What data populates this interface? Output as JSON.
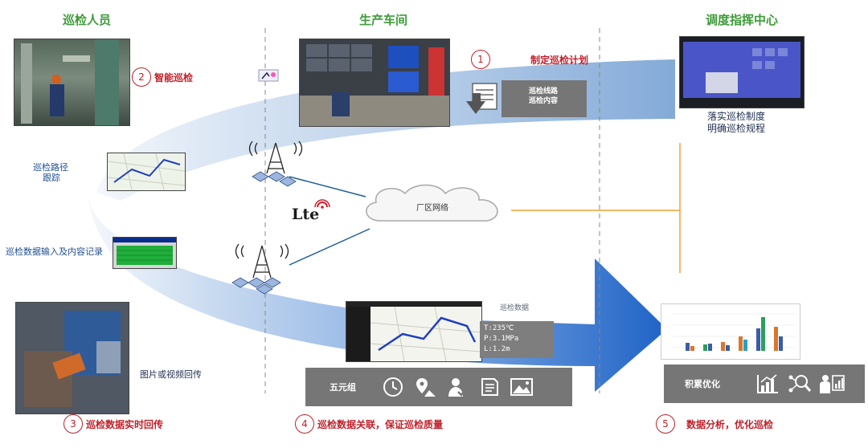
{
  "columns": {
    "left": "巡检人员",
    "center": "生产车间",
    "right": "调度指挥中心"
  },
  "steps": [
    {
      "num": "1",
      "label": "制定巡检计划"
    },
    {
      "num": "2",
      "label": "智能巡检"
    },
    {
      "num": "3",
      "label": "巡检数据实时回传"
    },
    {
      "num": "4",
      "label": "巡检数据关联，保证巡检质量"
    },
    {
      "num": "5",
      "label": "数据分析，优化巡检"
    }
  ],
  "plan_box": {
    "line1": "巡检线路",
    "line2": "巡检内容"
  },
  "center_label": {
    "line1": "落实巡检制度",
    "line2": "明确巡检规程"
  },
  "route_label": {
    "line1": "巡检路径",
    "line2": "跟踪"
  },
  "data_entry_label": "巡检数据输入及内容记录",
  "media_label": "图片或视频回传",
  "cloud_label": "厂区网络",
  "lte_label": "Lte",
  "map_caption": "巡检数据",
  "readout": [
    "T:235℃",
    "P:3.1MPa",
    "L:1.2m"
  ],
  "five_tuple": {
    "label": "五元组",
    "icons": [
      "clock-icon",
      "location-icon",
      "person-check-icon",
      "document-icon",
      "picture-icon"
    ]
  },
  "accumulate": {
    "label": "积累优化",
    "icons": [
      "bar-chart-icon",
      "network-search-icon",
      "analyst-icon"
    ]
  },
  "colors": {
    "green": "#3f9a3a",
    "red": "#c0202a",
    "blue_text": "#1f4f8f",
    "flow_blue": "#2f6fc0",
    "orange": "#f0a030",
    "gray_bar": "#767676"
  }
}
